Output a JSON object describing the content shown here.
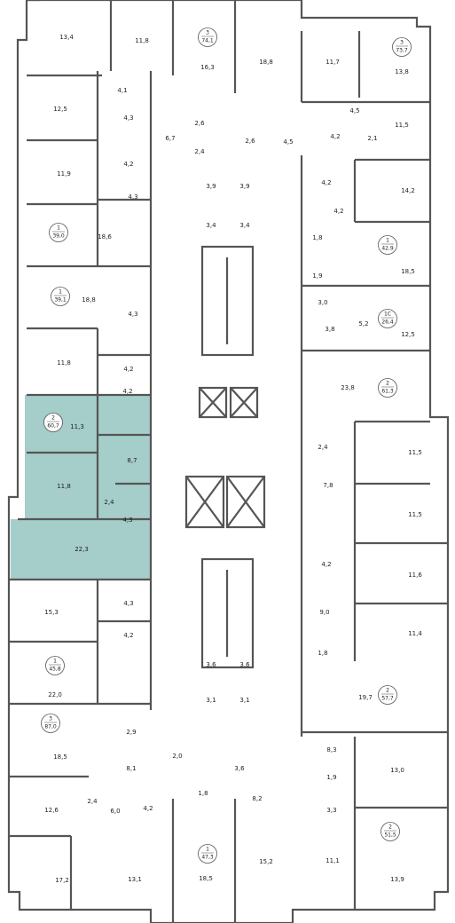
{
  "colors": {
    "wall": "#555555",
    "highlight": "#a5cdca",
    "door": "#2b2b2b",
    "fixture": "#9a9a9a"
  },
  "apartments": [
    {
      "rooms": "3",
      "area": "74,1"
    },
    {
      "rooms": "3",
      "area": "73,7"
    },
    {
      "rooms": "1",
      "area": "39,0"
    },
    {
      "rooms": "1",
      "area": "42,9"
    },
    {
      "rooms": "1",
      "area": "39,1"
    },
    {
      "rooms": "1С",
      "area": "26,4"
    },
    {
      "rooms": "2",
      "area": "61,3"
    },
    {
      "rooms": "2",
      "area": "60,7",
      "highlighted": true
    },
    {
      "rooms": "1",
      "area": "45,8"
    },
    {
      "rooms": "2",
      "area": "57,7"
    },
    {
      "rooms": "3",
      "area": "87,0"
    },
    {
      "rooms": "2",
      "area": "51,5"
    },
    {
      "rooms": "1",
      "area": "47,3"
    }
  ],
  "rooms": [
    "13,4",
    "11,8",
    "16,3",
    "18,8",
    "11,7",
    "13,8",
    "4,1",
    "12,5",
    "4,3",
    "2,6",
    "2,6",
    "4,5",
    "11,5",
    "6,7",
    "4,2",
    "2,4",
    "4,5",
    "4,2",
    "2,1",
    "11,9",
    "4,3",
    "3,9",
    "3,9",
    "4,2",
    "14,2",
    "18,6",
    "3,4",
    "3,4",
    "4,2",
    "1,8",
    "18,5",
    "18,8",
    "1,9",
    "3,0",
    "5,2",
    "3,8",
    "12,5",
    "4,3",
    "11,8",
    "4,2",
    "23,8",
    "11,3",
    "4,2",
    "8,7",
    "2,4",
    "11,5",
    "11,8",
    "7,8",
    "2,4",
    "11,5",
    "22,3",
    "4,3",
    "4,2",
    "11,6",
    "15,3",
    "4,3",
    "9,0",
    "4,2",
    "11,4",
    "1,8",
    "22,0",
    "3,6",
    "3,6",
    "19,7",
    "2,9",
    "3,1",
    "3,1",
    "8,3",
    "18,5",
    "8,1",
    "2,0",
    "3,6",
    "1,9",
    "13,0",
    "12,6",
    "2,4",
    "6,0",
    "4,2",
    "1,8",
    "8,2",
    "3,3",
    "17,2",
    "13,1",
    "18,5",
    "15,2",
    "11,1",
    "13,9"
  ]
}
